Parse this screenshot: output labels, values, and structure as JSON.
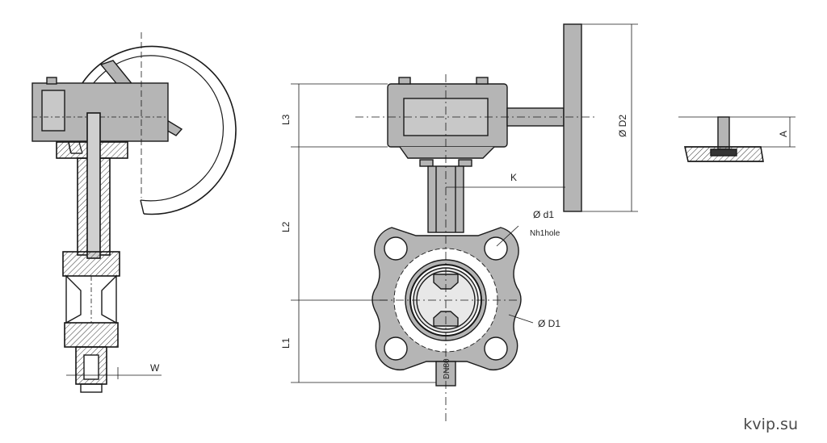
{
  "labels": {
    "W": "W",
    "L1": "L1",
    "L2": "L2",
    "L3": "L3",
    "K": "K",
    "d1": "Ø d1",
    "nhole": "Nh1hole",
    "D1": "Ø D1",
    "D2": "Ø D2",
    "A": "A"
  },
  "body_mark": "DN80",
  "watermark": "kvip.su",
  "colors": {
    "line": "#1a1a1a",
    "gray": "#b5b5b5",
    "hatch": "#444444"
  }
}
